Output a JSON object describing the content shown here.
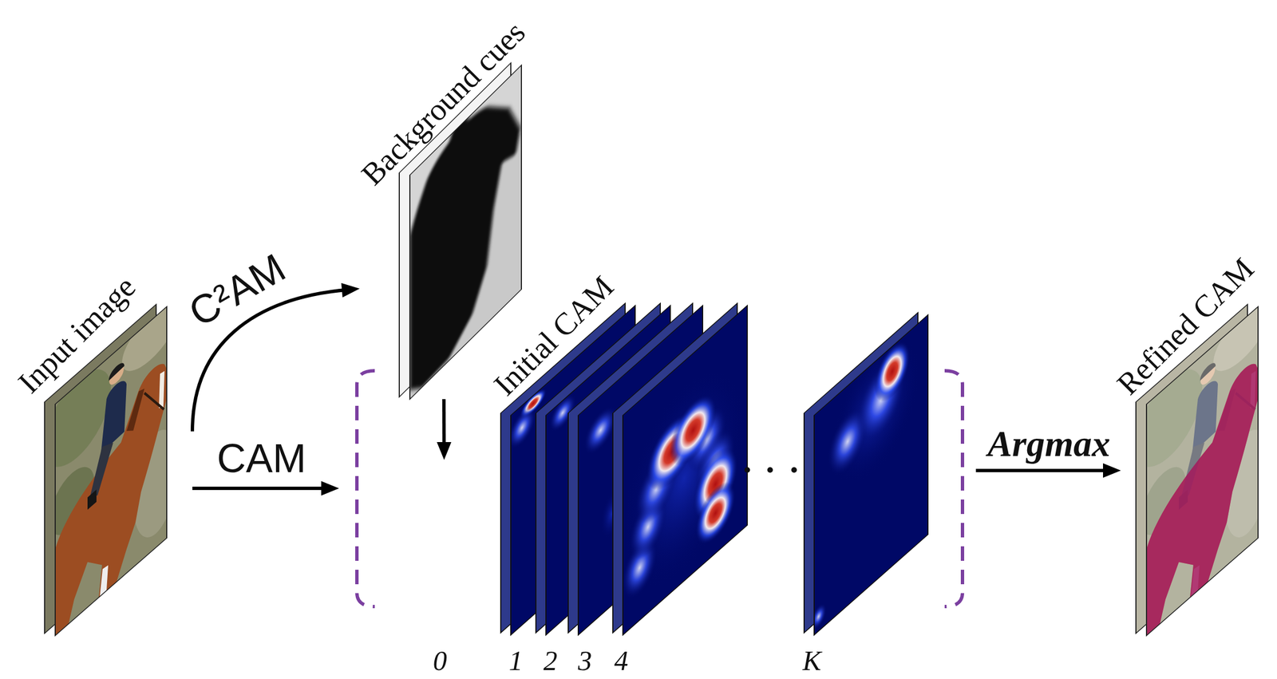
{
  "diagram": {
    "nodes": [
      {
        "text": [
          "Input image"
        ]
      },
      {
        "text": [
          "Background cues"
        ]
      },
      {
        "text": [
          "Initial CAM"
        ]
      },
      {
        "text": [
          "Refined CAM"
        ]
      }
    ],
    "edges": [
      {
        "from": 0,
        "to": 1,
        "label": "C²AM",
        "arrow": "to"
      },
      {
        "from": 0,
        "to": 2,
        "label": "CAM",
        "arrow": "to"
      },
      {
        "from": 1,
        "to": 2,
        "arrow": "to"
      },
      {
        "from": 2,
        "to": 3,
        "label": "Argmax",
        "arrow": "to"
      }
    ],
    "labels": [
      "0",
      "1",
      "2",
      "3",
      "4",
      "K"
    ]
  }
}
